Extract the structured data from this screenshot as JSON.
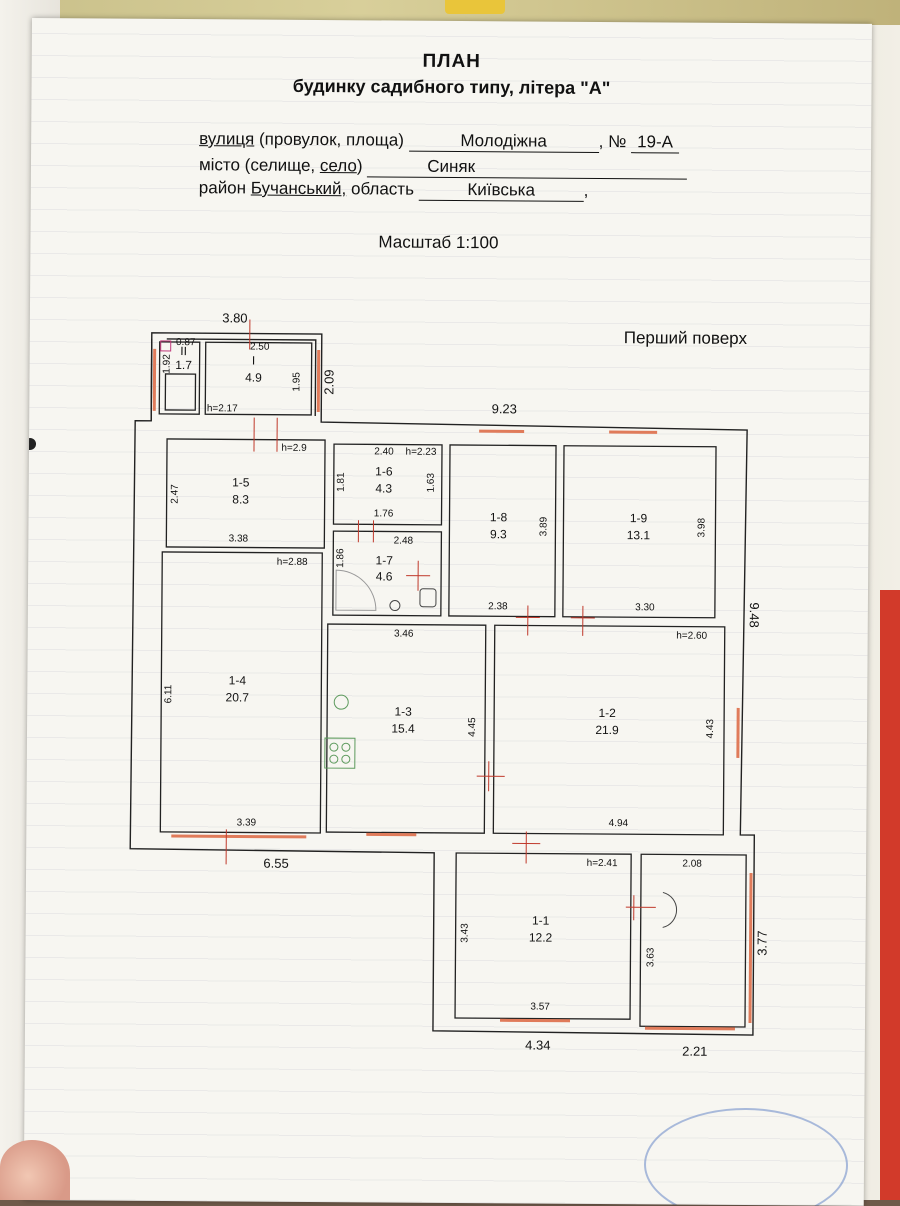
{
  "header": {
    "title": "ПЛАН",
    "subtitle": "будинку садибного типу, літера \"А\""
  },
  "address": {
    "street_label_u": "вулиця",
    "street_label_rest": " (провулок, площа)",
    "street_value": "Молодіжна",
    "number_label": "№",
    "number_value": "19-А",
    "city_label_a": "місто (селище, ",
    "city_label_u": "село",
    "city_label_b": ")",
    "city_value": "Синяк",
    "district_label": "район ",
    "district_value": "Бучанський,",
    "region_label": " область",
    "region_value": "Київська"
  },
  "scale": "Масштаб 1:100",
  "floor": "Перший поверх",
  "rooms": [
    {
      "id": "I",
      "area": "4.9"
    },
    {
      "id": "II",
      "area": "1.7"
    },
    {
      "id": "1-1",
      "area": "12.2"
    },
    {
      "id": "1-2",
      "area": "21.9"
    },
    {
      "id": "1-3",
      "area": "15.4"
    },
    {
      "id": "1-4",
      "area": "20.7"
    },
    {
      "id": "1-5",
      "area": "8.3"
    },
    {
      "id": "1-6",
      "area": "4.3"
    },
    {
      "id": "1-7",
      "area": "4.6"
    },
    {
      "id": "1-8",
      "area": "9.3"
    },
    {
      "id": "1-9",
      "area": "13.1"
    }
  ],
  "dims": {
    "porch_w": "3.80",
    "porch_inner": "2.50",
    "porch_small": "0.87",
    "porch_h_ii": "1.92",
    "porch_side": "1.95",
    "porch_right": "2.09",
    "porch_hgt": "h=2.17",
    "total_w": "9.23",
    "total_h": "9.48",
    "bottom_left": "6.55",
    "bottom_mid": "4.34",
    "bottom_right": "2.21",
    "right_ext": "3.77",
    "r15_h": "h=2.9",
    "r15_side": "2.47",
    "r15_w": "3.38",
    "r16_w": "2.40",
    "r16_h": "h=2.23",
    "r16_l": "1.81",
    "r16_r": "1.63",
    "r16_b": "1.76",
    "r17_w": "2.48",
    "r17_l": "1.86",
    "r18_r": "3.89",
    "r18_b": "2.38",
    "r19_r": "3.98",
    "r19_b": "3.30",
    "r14_h": "h=2.88",
    "r14_l": "6.11",
    "r14_b": "3.39",
    "r13_w": "3.46",
    "r13_r": "4.45",
    "r12_h": "h=2.60",
    "r12_r": "4.43",
    "r12_b": "4.94",
    "r11_h": "h=2.41",
    "r11_l": "3.43",
    "r11_b": "3.57",
    "r10_w": "2.08",
    "r10_l": "3.63"
  }
}
